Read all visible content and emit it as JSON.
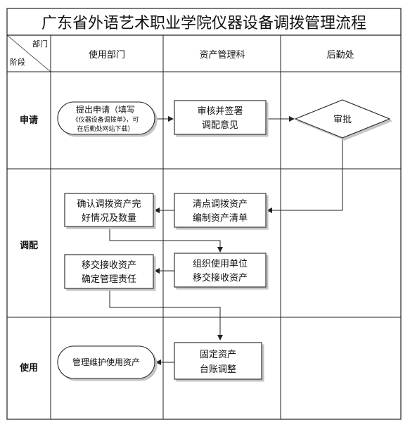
{
  "title": "广东省外语艺术职业学院仪器设备调拨管理流程",
  "corner": {
    "top": "部门",
    "bottom": "阶段"
  },
  "departments": [
    "使用部门",
    "资产管理科",
    "后勤处"
  ],
  "stages": [
    "申请",
    "调配",
    "使用"
  ],
  "nodes": {
    "apply": {
      "lines": [
        "提出申请（填写",
        "《仪器设备调拨单》，可",
        "在后勤处网站下载）"
      ]
    },
    "review": {
      "lines": [
        "审核并签署",
        "调配意见"
      ]
    },
    "approve": {
      "lines": [
        "审批"
      ]
    },
    "inventory": {
      "lines": [
        "清点调拨资产",
        "编制资产清单"
      ]
    },
    "confirm": {
      "lines": [
        "确认调拨资产完",
        "好情况及数量"
      ]
    },
    "organize": {
      "lines": [
        "组织使用单位",
        "移交接收资产"
      ]
    },
    "handover": {
      "lines": [
        "移交接收资产",
        "确定管理责任"
      ]
    },
    "ledger": {
      "lines": [
        "固定资产",
        "台账调整"
      ]
    },
    "manage": {
      "lines": [
        "管理维护使用资产"
      ]
    }
  }
}
